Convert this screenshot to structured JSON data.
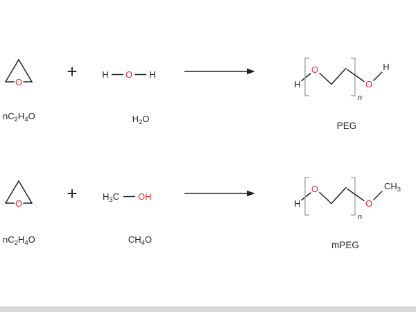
{
  "colors": {
    "oxygen": "#e8251d",
    "ink": "#231f20",
    "bracket": "#a6a6a6"
  },
  "peg": {
    "epoxide": {
      "o": "O",
      "label": {
        "a": "nC",
        "b": "2",
        "c": "H",
        "d": "4",
        "e": "O"
      }
    },
    "plus": "+",
    "water": {
      "h1": "H",
      "o": "O",
      "h2": "H",
      "label": {
        "a": "H",
        "b": "2",
        "c": "O"
      }
    },
    "product": {
      "h_left": "H",
      "o1": "O",
      "o2": "O",
      "h_right": "H",
      "n": "n",
      "label": "PEG"
    }
  },
  "mpeg": {
    "epoxide": {
      "o": "O",
      "label": {
        "a": "nC",
        "b": "2",
        "c": "H",
        "d": "4",
        "e": "O"
      }
    },
    "plus": "+",
    "methanol": {
      "methyl": {
        "a": "H",
        "b": "3",
        "c": "C"
      },
      "oh": "OH",
      "label": {
        "a": "CH",
        "b": "4",
        "c": "O"
      }
    },
    "product": {
      "h_left": "H",
      "o1": "O",
      "o2": "O",
      "methyl": {
        "a": "CH",
        "b": "3"
      },
      "n": "n",
      "label": "mPEG"
    }
  }
}
